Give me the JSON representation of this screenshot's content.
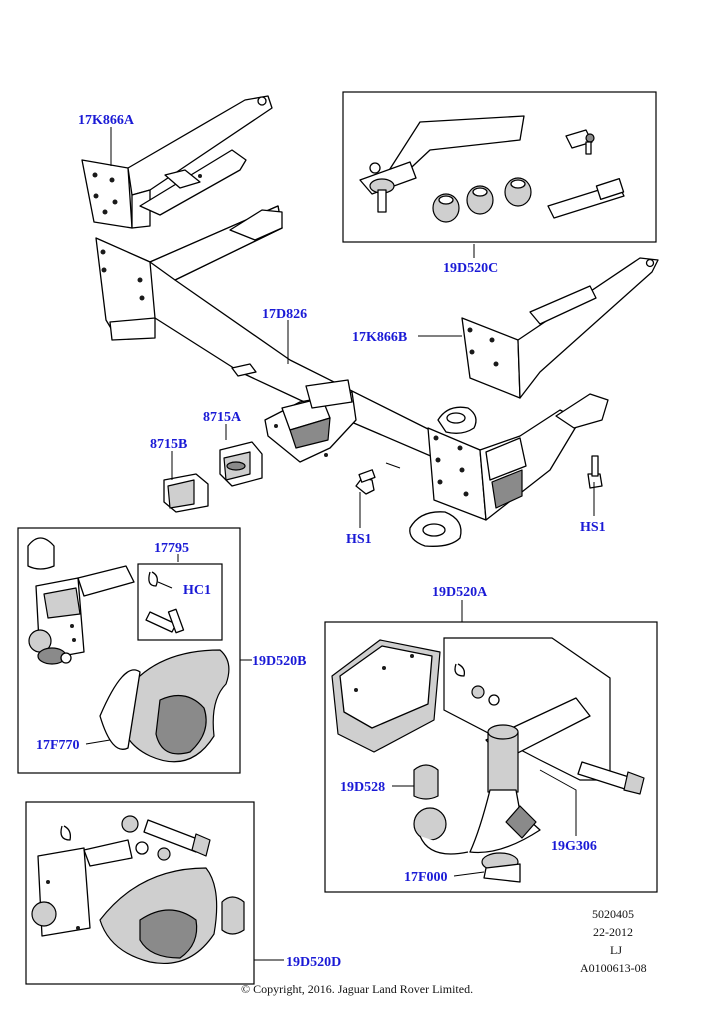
{
  "callouts": {
    "c17k866a": "17K866A",
    "c19d520c": "19D520C",
    "c17d826": "17D826",
    "c17k866b": "17K866B",
    "c8715a": "8715A",
    "c8715b": "8715B",
    "chs1_left": "HS1",
    "chs1_right": "HS1",
    "c17795": "17795",
    "chc1": "HC1",
    "c19d520b": "19D520B",
    "c17f770": "17F770",
    "c19d520a": "19D520A",
    "c19d528": "19D528",
    "c19g306": "19G306",
    "c17f000": "17F000",
    "c19d520d": "19D520D"
  },
  "footer": {
    "ref_number": "5020405",
    "date": "22-2012",
    "initials": "LJ",
    "drawing_id": "A0100613-08",
    "copyright": "© Copyright, 2016. Jaguar Land Rover Limited."
  },
  "colors": {
    "callout": "#1a1ad6",
    "line": "#000000"
  }
}
